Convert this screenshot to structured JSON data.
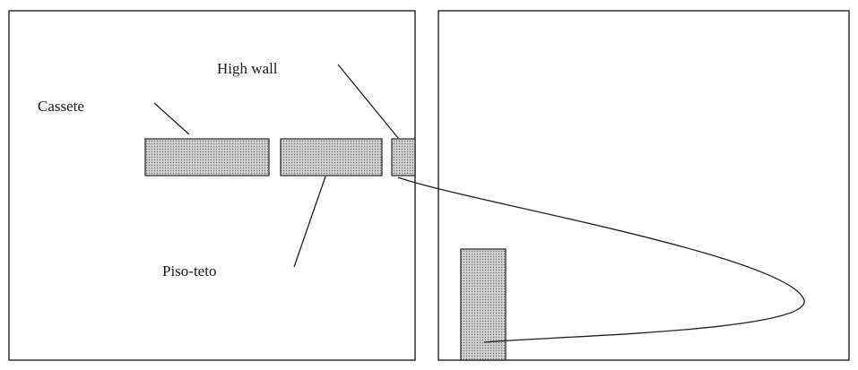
{
  "diagram": {
    "labels": {
      "cassete": "Cassete",
      "high_wall": "High wall",
      "piso_teto": "Piso-teto"
    },
    "colors": {
      "stroke": "#222222",
      "fill": "#c8c8c8",
      "background": "#ffffff"
    },
    "pattern": "dotted-stipple"
  }
}
